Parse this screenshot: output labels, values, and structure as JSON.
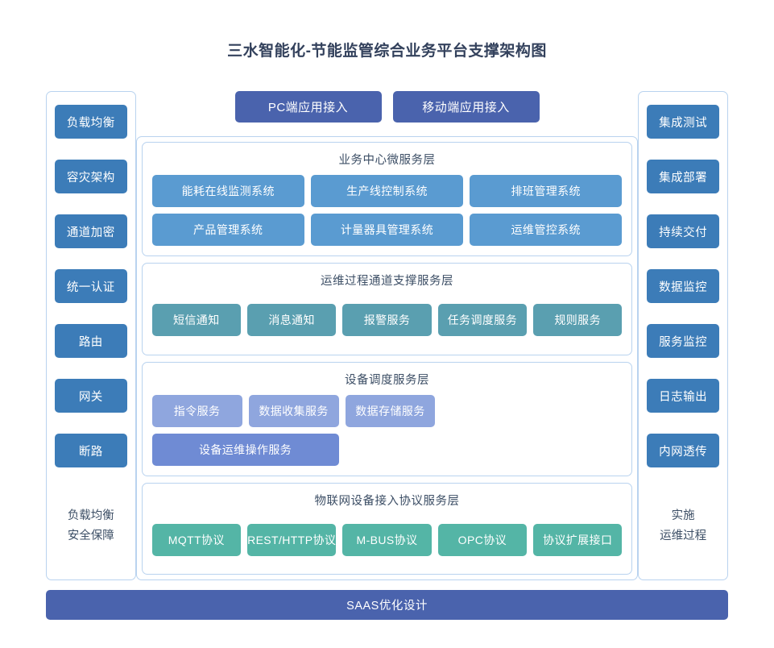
{
  "title": "三水智能化-节能监管综合业务平台支撑架构图",
  "colors": {
    "accent_purple_blue": "#4a63ad",
    "sidebar_chip_blue": "#3c7cb8",
    "business_blue": "#5a9bd1",
    "ops_teal": "#5a9fb0",
    "device_periwinkle": "#8fa6de",
    "device_periwinkle_dark": "#6f8bd4",
    "iot_green": "#54b5a6",
    "panel_border": "#b9d3ef",
    "text_dark": "#3d4f66"
  },
  "access": {
    "buttons": [
      {
        "label": "PC端应用接入"
      },
      {
        "label": "移动端应用接入"
      }
    ]
  },
  "left_sidebar": {
    "items": [
      {
        "label": "负载均衡"
      },
      {
        "label": "容灾架构"
      },
      {
        "label": "通道加密"
      },
      {
        "label": "统一认证"
      },
      {
        "label": "路由"
      },
      {
        "label": "网关"
      },
      {
        "label": "断路"
      }
    ],
    "footer_line1": "负载均衡",
    "footer_line2": "安全保障"
  },
  "right_sidebar": {
    "items": [
      {
        "label": "集成测试"
      },
      {
        "label": "集成部署"
      },
      {
        "label": "持续交付"
      },
      {
        "label": "数据监控"
      },
      {
        "label": "服务监控"
      },
      {
        "label": "日志输出"
      },
      {
        "label": "内网透传"
      }
    ],
    "footer_line1": "实施",
    "footer_line2": "运维过程"
  },
  "layers": [
    {
      "title": "业务中心微服务层",
      "items": [
        {
          "label": "能耗在线监测系统"
        },
        {
          "label": "生产线控制系统"
        },
        {
          "label": "排班管理系统"
        },
        {
          "label": "产品管理系统"
        },
        {
          "label": "计量器具管理系统"
        },
        {
          "label": "运维管控系统"
        }
      ]
    },
    {
      "title": "运维过程通道支撑服务层",
      "items": [
        {
          "label": "短信通知"
        },
        {
          "label": "消息通知"
        },
        {
          "label": "报警服务"
        },
        {
          "label": "任务调度服务"
        },
        {
          "label": "规则服务"
        }
      ]
    },
    {
      "title": "设备调度服务层",
      "items": [
        {
          "label": "指令服务"
        },
        {
          "label": "数据收集服务"
        },
        {
          "label": "数据存储服务"
        },
        {
          "label": "设备运维操作服务"
        }
      ]
    },
    {
      "title": "物联网设备接入协议服务层",
      "items": [
        {
          "label": "MQTT协议"
        },
        {
          "label": "REST/HTTP协议"
        },
        {
          "label": "M-BUS协议"
        },
        {
          "label": "OPC协议"
        },
        {
          "label": "协议扩展接口"
        }
      ]
    }
  ],
  "footer_bar": {
    "label": "SAAS优化设计"
  }
}
